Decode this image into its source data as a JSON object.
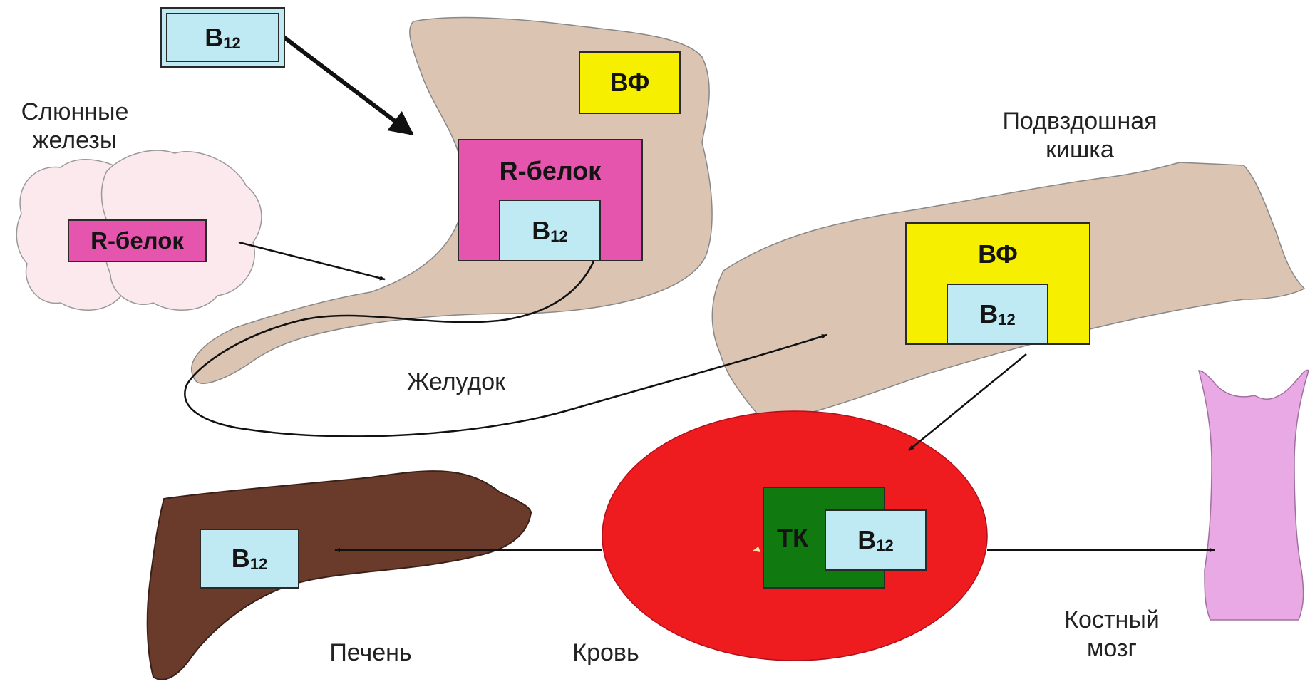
{
  "labels": {
    "salivary": [
      "Слюнные",
      "железы"
    ],
    "stomach": "Желудок",
    "ileum": [
      "Подвздошная",
      "кишка"
    ],
    "liver": "Печень",
    "blood": "Кровь",
    "marrow": [
      "Костный",
      "мозг"
    ]
  },
  "boxes": {
    "b12_top": {
      "main": "B",
      "sub": "12"
    },
    "vf_stomach": "ВФ",
    "rbelok_stomach": "R-белок",
    "b12_stomach": {
      "main": "B",
      "sub": "12"
    },
    "rbelok_salivary": "R-белок",
    "vf_ileum": "ВФ",
    "b12_ileum": {
      "main": "B",
      "sub": "12"
    },
    "tk_blood": "ТК",
    "b12_blood": {
      "main": "B",
      "sub": "12"
    },
    "b12_liver": {
      "main": "B",
      "sub": "12"
    }
  },
  "colors": {
    "organ_beige": "#dcc4b2",
    "salivary_pink": "#fbe9ee",
    "liver_brown": "#6a3a2a",
    "blood_red": "#ee1b1f",
    "marrow_pink": "#e9a9e4",
    "b12_blue": "#bfe9f3",
    "vf_yellow": "#f7ef00",
    "rbelok_magenta": "#e655ad",
    "tk_green": "#107a10"
  }
}
